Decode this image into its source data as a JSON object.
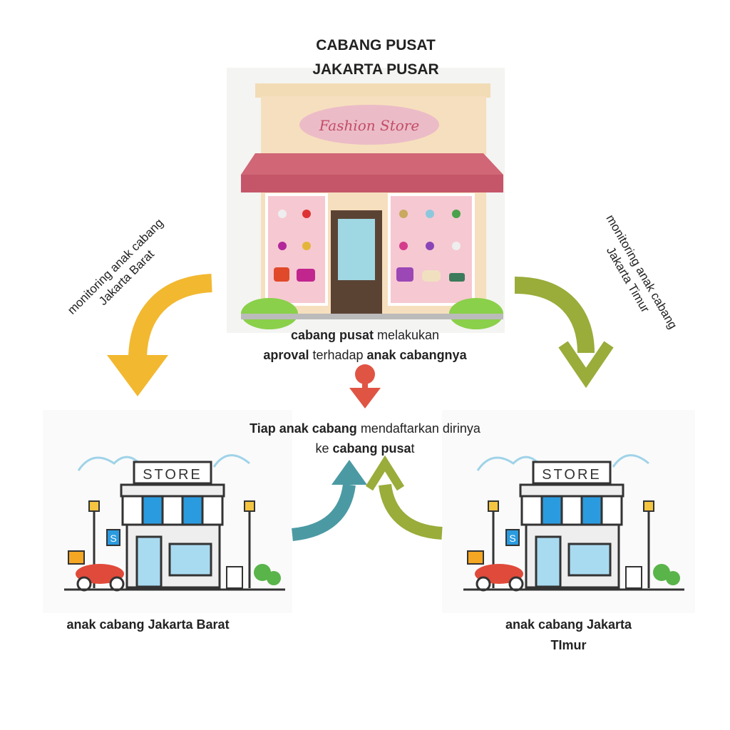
{
  "title": {
    "line1": "CABANG PUSAT",
    "line2": "JAKARTA PUSAR"
  },
  "head_store": {
    "sign": "Fashion Store"
  },
  "branch_store": {
    "sign": "STORE",
    "badge": "S"
  },
  "approval_text": {
    "line1": [
      {
        "text": "cabang pusat",
        "bold": true
      },
      {
        "text": " melakukan",
        "bold": false
      }
    ],
    "line2": [
      {
        "text": "aproval",
        "bold": true
      },
      {
        "text": " terhadap ",
        "bold": false
      },
      {
        "text": "anak cabangnya",
        "bold": true
      }
    ]
  },
  "register_text": {
    "line1": [
      {
        "text": "Tiap anak cabang",
        "bold": true
      },
      {
        "text": " mendaftarkan dirinya",
        "bold": false
      }
    ],
    "line2": [
      {
        "text": "ke ",
        "bold": false
      },
      {
        "text": "cabang pusa",
        "bold": true
      },
      {
        "text": "t",
        "bold": false
      }
    ]
  },
  "monitor_left": {
    "line1": "monitoring anak cabang",
    "line2": "Jakarta Barat"
  },
  "monitor_right": {
    "line1": "monitoring anak cabang",
    "line2": "Jakarta Timur"
  },
  "label_left": "anak cabang Jakarta Barat",
  "label_right": {
    "line1": "anak cabang Jakarta",
    "line2": "TImur"
  },
  "colors": {
    "yellow_arrow": "#f2b830",
    "green_arrow": "#9aac3a",
    "red_arrow": "#e05444",
    "teal_arrow": "#4b9aa3",
    "awning": "#cf6a7a"
  }
}
